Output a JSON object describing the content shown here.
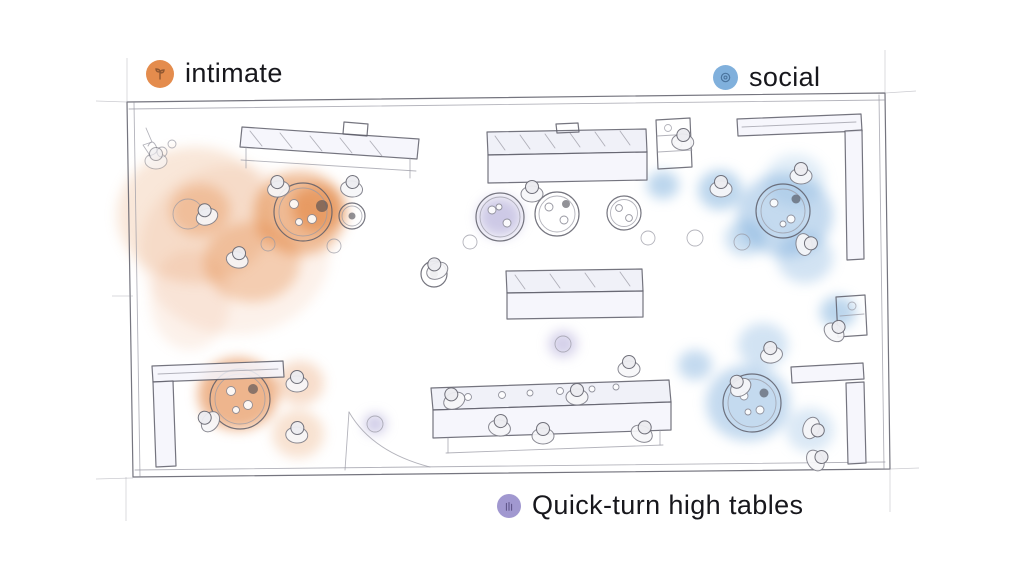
{
  "legend": {
    "items": [
      {
        "id": "intimate",
        "label": "intimate",
        "icon": "sprout-doodle-icon",
        "color": "#e0792f"
      },
      {
        "id": "social",
        "label": "social",
        "icon": "chat-doodle-icon",
        "color": "#6ba3d6"
      },
      {
        "id": "quick_turn",
        "label": "Quick-turn high tables",
        "icon": "clock-doodle-icon",
        "color": "#9187c8"
      }
    ]
  },
  "zones": {
    "intimate": {
      "label": "intimate",
      "area": "left side of floor plan",
      "wash_color": "#e0792f"
    },
    "social": {
      "label": "social",
      "area": "right side of floor plan",
      "wash_color": "#6ba3d6"
    },
    "quick_turn": {
      "label": "Quick-turn high tables",
      "area": "center of floor plan",
      "wash_color": "#9187c8"
    }
  },
  "colors": {
    "intimate": "#e0792f",
    "social": "#6ba3d6",
    "quick_turn": "#9187c8",
    "sketch": "#5d5d68",
    "sketch_light": "#9a9aa4",
    "background": "#ffffff"
  }
}
